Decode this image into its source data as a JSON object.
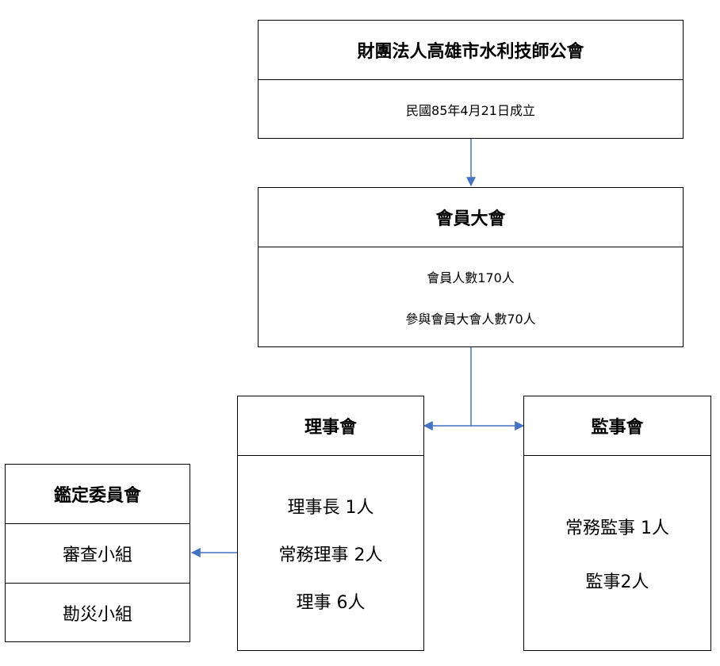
{
  "foundation": {
    "name": "財團法人高雄市水利技師公會",
    "founded": "民國85年4月21日成立"
  },
  "assembly": {
    "title": "會員大會",
    "lines": [
      "會員人數170人",
      "參與會員大會人數70人"
    ]
  },
  "board": {
    "title": "理事會",
    "lines": [
      "理事長 1人",
      "常務理事 2人",
      "理事 6人"
    ]
  },
  "supervisors": {
    "title": "監事會",
    "lines": [
      "常務監事 1人",
      "監事2人"
    ]
  },
  "committee": {
    "title": "鑑定委員會",
    "groups": [
      "審查小組",
      "勘災小組"
    ]
  },
  "colors": {
    "connector": "#4472C4",
    "border": "#000000"
  }
}
